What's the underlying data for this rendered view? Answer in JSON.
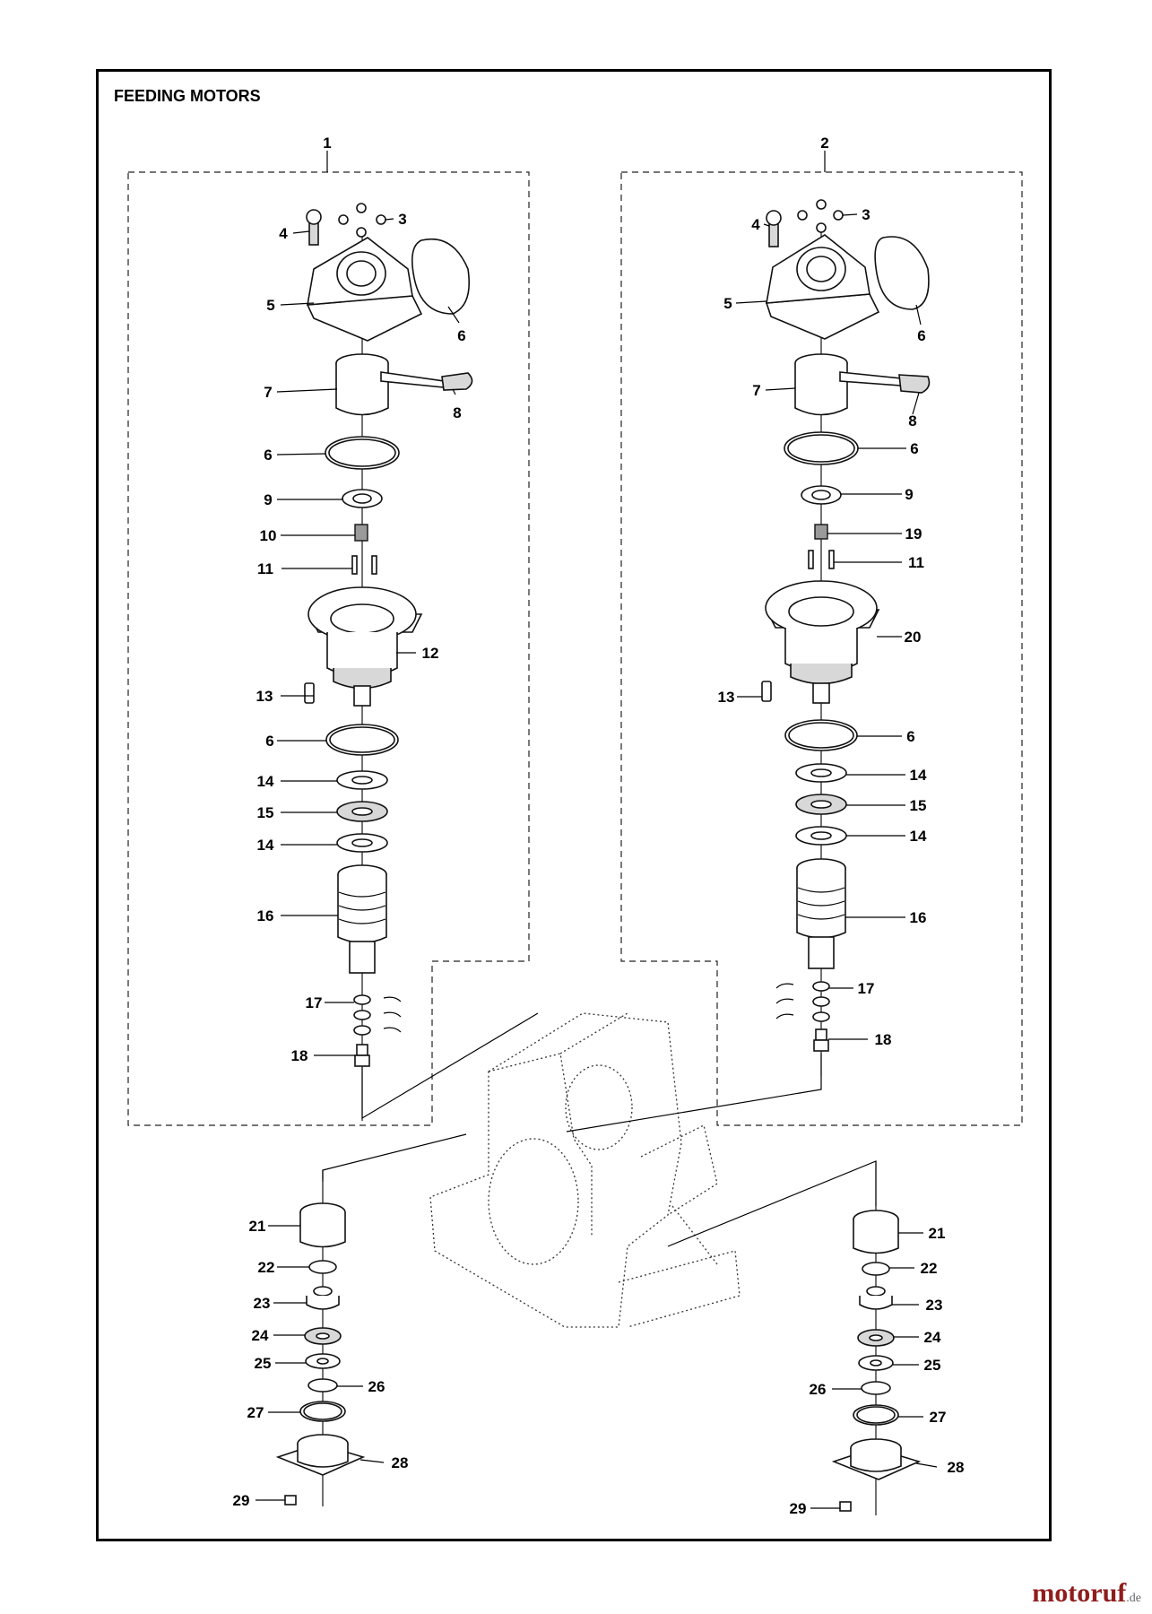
{
  "title": "FEEDING MOTORS",
  "watermark": {
    "name": "motoruf",
    "domain": ".de"
  },
  "assemblies": {
    "left": "1",
    "right": "2"
  },
  "callouts_left": [
    "4",
    "3",
    "5",
    "6",
    "7",
    "8",
    "6",
    "9",
    "10",
    "11",
    "12",
    "13",
    "6",
    "14",
    "15",
    "14",
    "16",
    "17",
    "18",
    "21",
    "22",
    "23",
    "24",
    "25",
    "26",
    "27",
    "28",
    "29"
  ],
  "callouts_right": [
    "4",
    "3",
    "5",
    "6",
    "7",
    "8",
    "6",
    "9",
    "19",
    "11",
    "20",
    "13",
    "6",
    "14",
    "15",
    "14",
    "16",
    "17",
    "18",
    "21",
    "22",
    "23",
    "24",
    "25",
    "26",
    "27",
    "28",
    "29"
  ]
}
